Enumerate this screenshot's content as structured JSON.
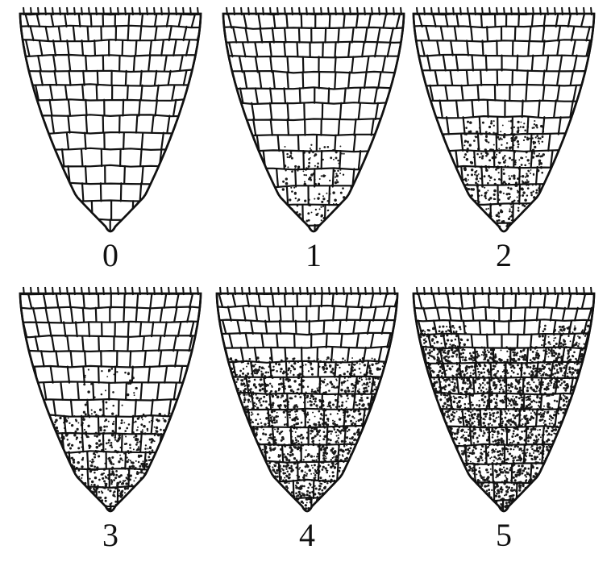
{
  "figure": {
    "panels": [
      {
        "label": "0",
        "stain_level": 0
      },
      {
        "label": "1",
        "stain_level": 1
      },
      {
        "label": "2",
        "stain_level": 2
      },
      {
        "label": "3",
        "stain_level": 3
      },
      {
        "label": "4",
        "stain_level": 4
      },
      {
        "label": "5",
        "stain_level": 5
      }
    ],
    "colors": {
      "ink": "#111111",
      "paper": "#ffffff",
      "stain": "#1a1a1a"
    }
  }
}
